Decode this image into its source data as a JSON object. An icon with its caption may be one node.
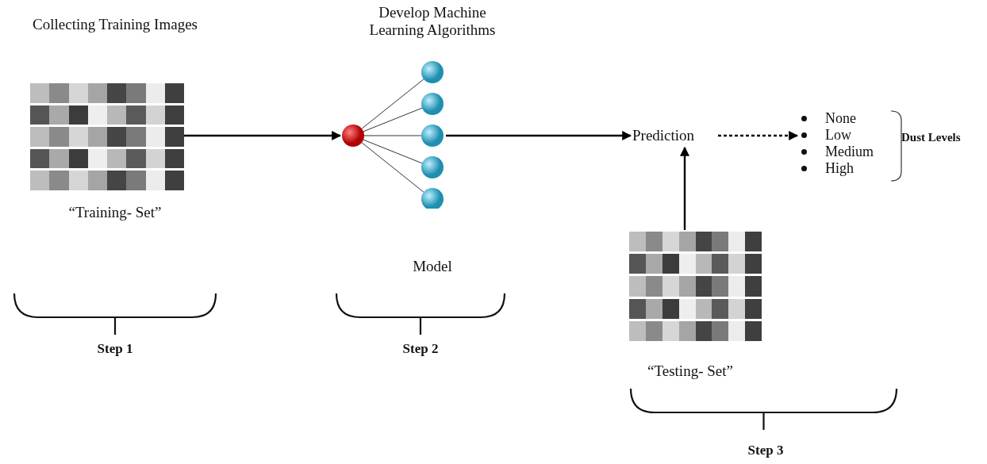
{
  "diagram": {
    "nodes": [
      {
        "text": [
          "Collecting Training Images",
          "“Training- Set”"
        ]
      },
      {
        "text": [
          "Develop Machine Learning Algorithms",
          "Model"
        ]
      },
      {
        "text": [
          "Prediction"
        ]
      },
      {
        "text": [
          "None",
          "Low",
          "Medium",
          "High"
        ],
        "beside": [
          "Dust Levels"
        ]
      },
      {
        "text": [
          "“Testing- Set”"
        ]
      }
    ],
    "edges": [
      {
        "from": 0,
        "to": 1,
        "arrow": "to"
      },
      {
        "from": 1,
        "to": 2,
        "arrow": "to"
      },
      {
        "from": 2,
        "to": 3,
        "arrow": "to",
        "style": "dashed"
      },
      {
        "from": 4,
        "to": 2,
        "arrow": "to"
      }
    ],
    "labels": [
      "Step 1",
      "Step 2",
      "Step 3"
    ]
  }
}
